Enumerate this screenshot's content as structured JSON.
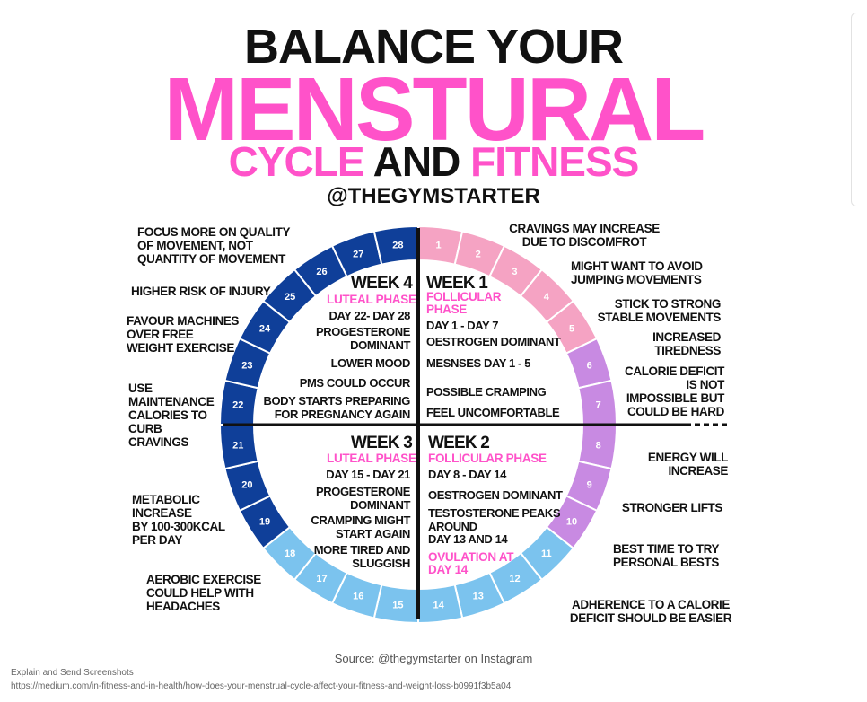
{
  "header": {
    "line1": "BALANCE YOUR",
    "line2": "MENSTURAL",
    "line3_a": "CYCLE",
    "line3_b": "AND",
    "line3_c": "FITNESS",
    "handle": "@THEGYMSTARTER"
  },
  "colors": {
    "pink": "#ff52c9",
    "week1_pink": "#f5a3c3",
    "week2_purple": "#c88ae2",
    "week3_lightblue": "#7bc3ee",
    "week4_navy": "#0f3f99"
  },
  "days": [
    "1",
    "2",
    "3",
    "4",
    "5",
    "6",
    "7",
    "8",
    "9",
    "10",
    "11",
    "12",
    "13",
    "14",
    "15",
    "16",
    "17",
    "18",
    "19",
    "20",
    "21",
    "22",
    "23",
    "24",
    "25",
    "26",
    "27",
    "28"
  ],
  "quadrants": {
    "week1": {
      "title": "WEEK 1",
      "phase": "FOLLICULAR\nPHASE",
      "lines": [
        "DAY 1 - DAY 7",
        "OESTROGEN DOMINANT",
        "MESNSES DAY 1 - 5",
        "POSSIBLE CRAMPING",
        "FEEL UNCOMFORTABLE"
      ]
    },
    "week2": {
      "title": "WEEK 2",
      "phase": "FOLLICULAR PHASE",
      "lines": [
        "DAY 8 - DAY 14",
        "OESTROGEN DOMINANT",
        "TESTOSTERONE PEAKS\nAROUND\nDAY 13 AND 14"
      ],
      "ovulation": "OVULATION AT\nDAY 14"
    },
    "week3": {
      "title": "WEEK 3",
      "phase": "LUTEAL PHASE",
      "lines": [
        "DAY 15 - DAY 21",
        "PROGESTERONE\nDOMINANT",
        "CRAMPING MIGHT\nSTART AGAIN",
        "MORE TIRED AND\nSLUGGISH"
      ]
    },
    "week4": {
      "title": "WEEK 4",
      "phase": "LUTEAL PHASE",
      "lines": [
        "DAY 22- DAY 28",
        "PROGESTERONE\nDOMINANT",
        "LOWER MOOD",
        "PMS COULD OCCUR",
        "BODY STARTS PREPARING\nFOR PREGNANCY AGAIN"
      ]
    }
  },
  "annotations_left": [
    "FOCUS MORE ON QUALITY\nOF MOVEMENT, NOT\nQUANTITY OF MOVEMENT",
    "HIGHER RISK OF INJURY",
    "FAVOUR MACHINES\nOVER FREE\nWEIGHT EXERCISE",
    "USE\nMAINTENANCE\nCALORIES TO\nCURB\nCRAVINGS",
    "METABOLIC\nINCREASE\nBY 100-300KCAL\nPER DAY",
    "AEROBIC EXERCISE\nCOULD HELP WITH\nHEADACHES"
  ],
  "annotations_right": [
    "CRAVINGS MAY INCREASE\nDUE TO DISCOMFROT",
    "MIGHT WANT TO AVOID\nJUMPING MOVEMENTS",
    "STICK TO STRONG\nSTABLE MOVEMENTS",
    "INCREASED\nTIREDNESS",
    "CALORIE DEFICIT\nIS NOT\nIMPOSSIBLE BUT\nCOULD BE HARD",
    "ENERGY WILL\nINCREASE",
    "STRONGER LIFTS",
    "BEST TIME TO TRY\nPERSONAL BESTS",
    "ADHERENCE TO A CALORIE\nDEFICIT SHOULD BE EASIER"
  ],
  "source": "Source: @thegymstarter on Instagram",
  "caption": {
    "line1": "Explain and Send Screenshots",
    "line2": "https://medium.com/in-fitness-and-in-health/how-does-your-menstrual-cycle-affect-your-fitness-and-weight-loss-b0991f3b5a04"
  }
}
